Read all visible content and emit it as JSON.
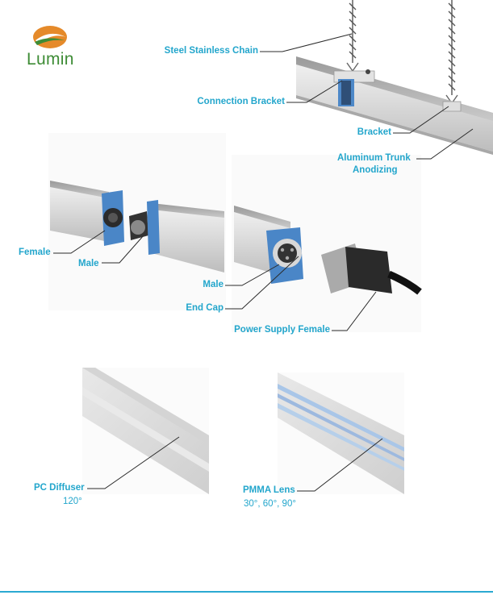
{
  "brand": {
    "name": "Lumin",
    "accent": "#3e8c36",
    "logo_orange": "#e58a2a"
  },
  "label_color": "#23a6cc",
  "labels": {
    "steel_chain": "Steel Stainless Chain",
    "connection_bracket": "Connection Bracket",
    "bracket": "Bracket",
    "aluminum_trunk_line1": "Aluminum Trunk",
    "aluminum_trunk_line2": "Anodizing",
    "female": "Female",
    "male_left": "Male",
    "male_right": "Male",
    "end_cap": "End Cap",
    "power_supply_female": "Power Supply Female",
    "pc_diffuser": "PC Diffuser",
    "pc_diffuser_angle": "120°",
    "pmma_lens": "PMMA Lens",
    "pmma_lens_angles": "30°,  60°,  90°"
  },
  "icons": [
    "logo-swoosh-icon",
    "chain-icon",
    "connector-icon"
  ]
}
